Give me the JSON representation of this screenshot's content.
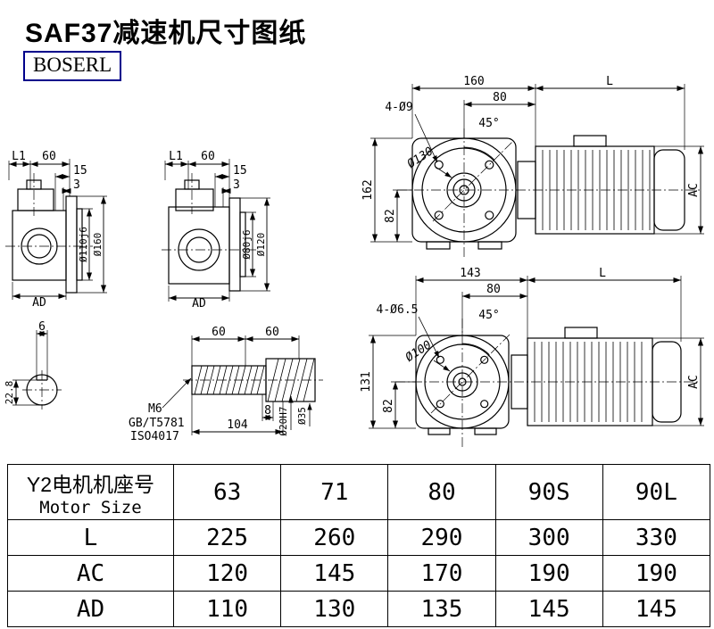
{
  "page": {
    "title": "SAF37减速机尺寸图纸",
    "logo": "BOSERL"
  },
  "views": {
    "flange1": {
      "l1": "L1",
      "len60": "60",
      "len15": "15",
      "len3": "3",
      "spigot": "Ø110j6",
      "flange_od": "Ø160",
      "ad": "AD"
    },
    "flange2": {
      "l1": "L1",
      "len60": "60",
      "len15": "15",
      "len3": "3",
      "spigot": "Ø80j6",
      "flange_od": "Ø120",
      "ad": "AD"
    },
    "front1": {
      "width": "160",
      "width2": "80",
      "motor_len": "L",
      "holes": "4-Ø9",
      "angle": "45°",
      "bolt_circle": "Ø130",
      "height": "162",
      "height2": "82",
      "motor_dia": "AC"
    },
    "front2": {
      "width": "143",
      "width2": "80",
      "motor_len": "L",
      "holes": "4-Ø6.5",
      "angle": "45°",
      "bolt_circle": "Ø100",
      "height": "131",
      "height2": "82",
      "motor_dia": "AC"
    },
    "shaft_end": {
      "key_width": "6",
      "key_height": "22.8"
    },
    "shaft_side": {
      "len_a": "60",
      "len_b": "60",
      "thread": "M6",
      "std1": "GB/T5781",
      "std2": "ISO4017",
      "step": "8",
      "total": "104",
      "bore": "Ø20H7",
      "od": "Ø35"
    }
  },
  "table": {
    "header_cn": "Y2电机机座号",
    "header_en": "Motor Size",
    "sizes": [
      "63",
      "71",
      "80",
      "90S",
      "90L"
    ],
    "rows": [
      {
        "label": "L",
        "values": [
          "225",
          "260",
          "290",
          "300",
          "330"
        ]
      },
      {
        "label": "AC",
        "values": [
          "120",
          "145",
          "170",
          "190",
          "190"
        ]
      },
      {
        "label": "AD",
        "values": [
          "110",
          "130",
          "135",
          "145",
          "145"
        ]
      }
    ]
  }
}
